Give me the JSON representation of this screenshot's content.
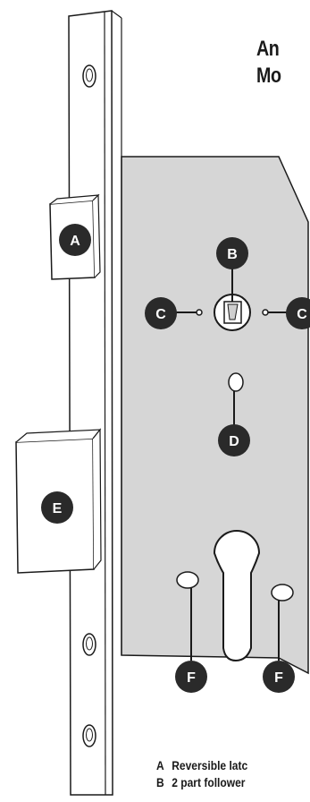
{
  "title": {
    "line1": "An",
    "line2": "Mo"
  },
  "callouts": [
    {
      "id": "latch",
      "letter": "A"
    },
    {
      "id": "follower",
      "letter": "B"
    },
    {
      "id": "pin-left",
      "letter": "C"
    },
    {
      "id": "pin-right",
      "letter": "C"
    },
    {
      "id": "spindle-hole",
      "letter": "D"
    },
    {
      "id": "deadbolt",
      "letter": "E"
    },
    {
      "id": "fixing-left",
      "letter": "F"
    },
    {
      "id": "fixing-right",
      "letter": "F"
    }
  ],
  "legend": [
    {
      "letter": "A",
      "text": "Reversible latc"
    },
    {
      "letter": "B",
      "text": "2 part follower"
    }
  ],
  "colors": {
    "lock_body": "#d6d6d6",
    "outline": "#1a1a1a",
    "callout_fill": "#2a2a2a",
    "callout_text": "#ffffff",
    "faceplate": "#ffffff"
  }
}
